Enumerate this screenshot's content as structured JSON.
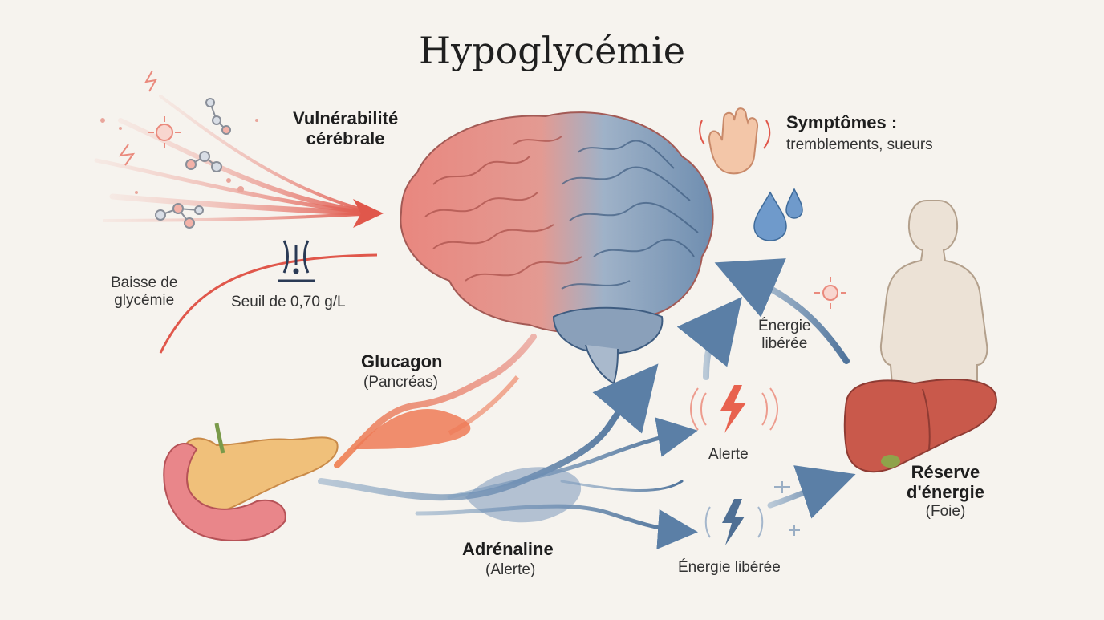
{
  "title": "Hypoglycémie",
  "labels": {
    "vulnerabilite_l1": "Vulnérabilité",
    "vulnerabilite_l2": "cérébrale",
    "baisse_l1": "Baisse de",
    "baisse_l2": "glycémie",
    "seuil": "Seuil de 0,70 g/L",
    "glucagon": "Glucagon",
    "glucagon_sub": "(Pancréas)",
    "adrenaline": "Adrénaline",
    "adrenaline_sub": "(Alerte)",
    "alerte": "Alerte",
    "energie_liberee_bottom": "Énergie libérée",
    "energie_l1": "Énergie",
    "energie_l2": "libérée",
    "symptomes_title": "Symptômes :",
    "symptomes_text": "tremblements, sueurs",
    "reserve_l1": "Réserve",
    "reserve_l2": "d'énergie",
    "reserve_sub": "(Foie)"
  },
  "icons": [
    "molecule-icon",
    "lightning-icon",
    "sparkle-icon",
    "hand-icon",
    "drop-icon",
    "body-icon",
    "liver-icon",
    "pancreas-icon",
    "brain-icon",
    "threshold-icon"
  ],
  "colors": {
    "background": "#f6f3ee",
    "red": "#e0574b",
    "blue": "#5b7fa6",
    "orange": "#ea6a45"
  }
}
